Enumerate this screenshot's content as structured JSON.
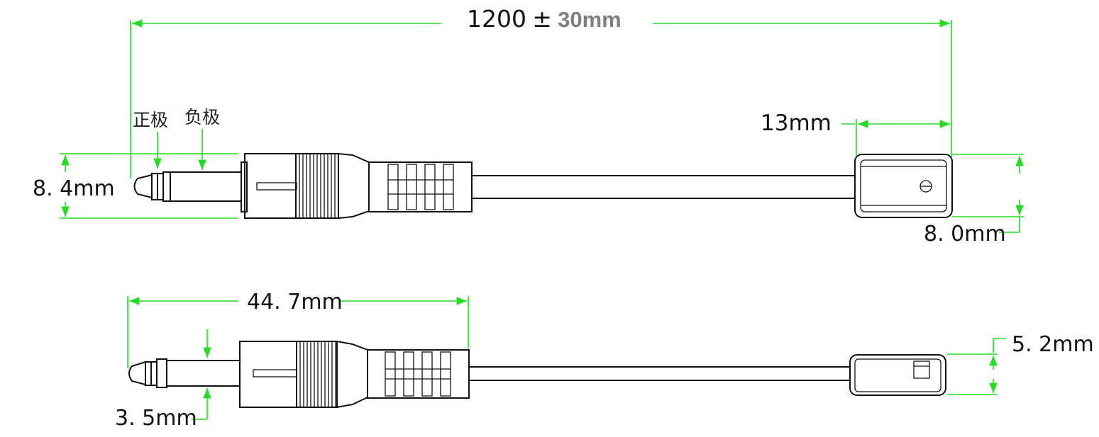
{
  "dimensions": {
    "total_length_value": "1200",
    "total_length_tol": "±",
    "total_length_unit": "30mm",
    "plug_diameter": "8. 4mm",
    "sensor_length": "13mm",
    "sensor_height": "8. 0mm",
    "plug_length": "44. 7mm",
    "tip_diameter": "3. 5mm",
    "sensor_thickness": "5. 2mm"
  },
  "labels": {
    "positive": "正极",
    "negative": "负极"
  },
  "colors": {
    "dimension_line": "#22dd22",
    "drawing_line": "#111111",
    "tolerance_text": "#808080"
  }
}
